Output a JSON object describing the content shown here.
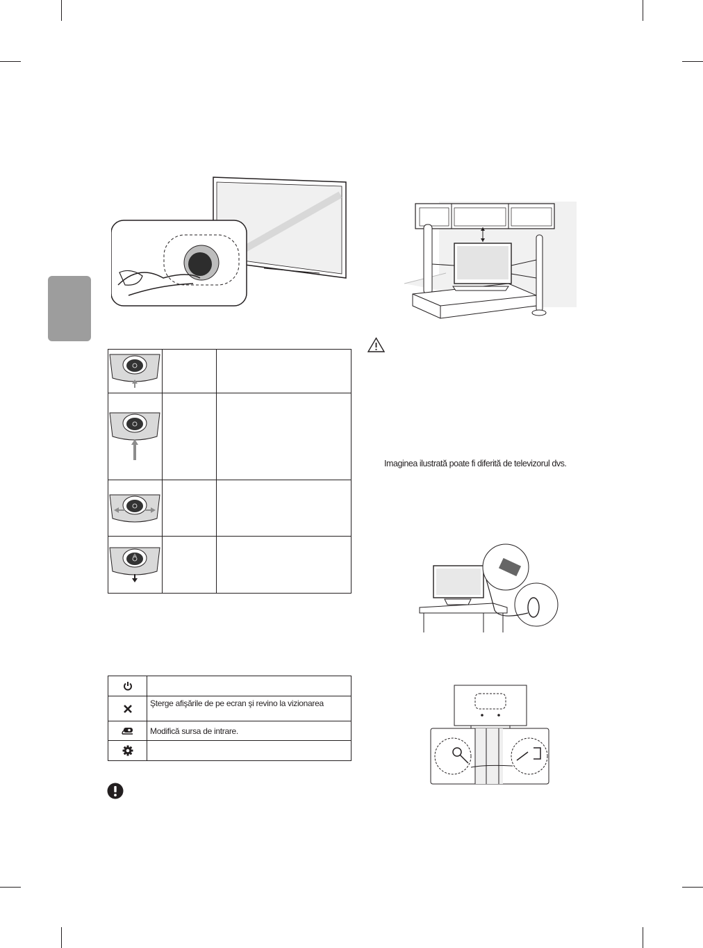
{
  "menu_table": {
    "rows": [
      {
        "icon": "power-icon",
        "text": ""
      },
      {
        "icon": "close-x-icon",
        "text": "Şterge afişările de pe ecran şi revino la vizionarea"
      },
      {
        "icon": "input-source-icon",
        "text": "Modifică sursa de intrare."
      },
      {
        "icon": "settings-gear-icon",
        "text": ""
      }
    ]
  },
  "joystick_table": {
    "rows": [
      {
        "icon": "joystick-press-up-icon",
        "function": "",
        "description": ""
      },
      {
        "icon": "joystick-hold-up-icon",
        "function": "",
        "description": ""
      },
      {
        "icon": "joystick-left-right-icon",
        "function": "",
        "description": ""
      },
      {
        "icon": "joystick-down-icon",
        "function": "",
        "description": ""
      }
    ]
  },
  "caption": "Imaginea ilustrată poate fi diferită de televizorul dvs.",
  "colors": {
    "ink": "#231f20",
    "side_tab": "#9d9d9d",
    "arrow_gray": "#8c8c8c"
  }
}
